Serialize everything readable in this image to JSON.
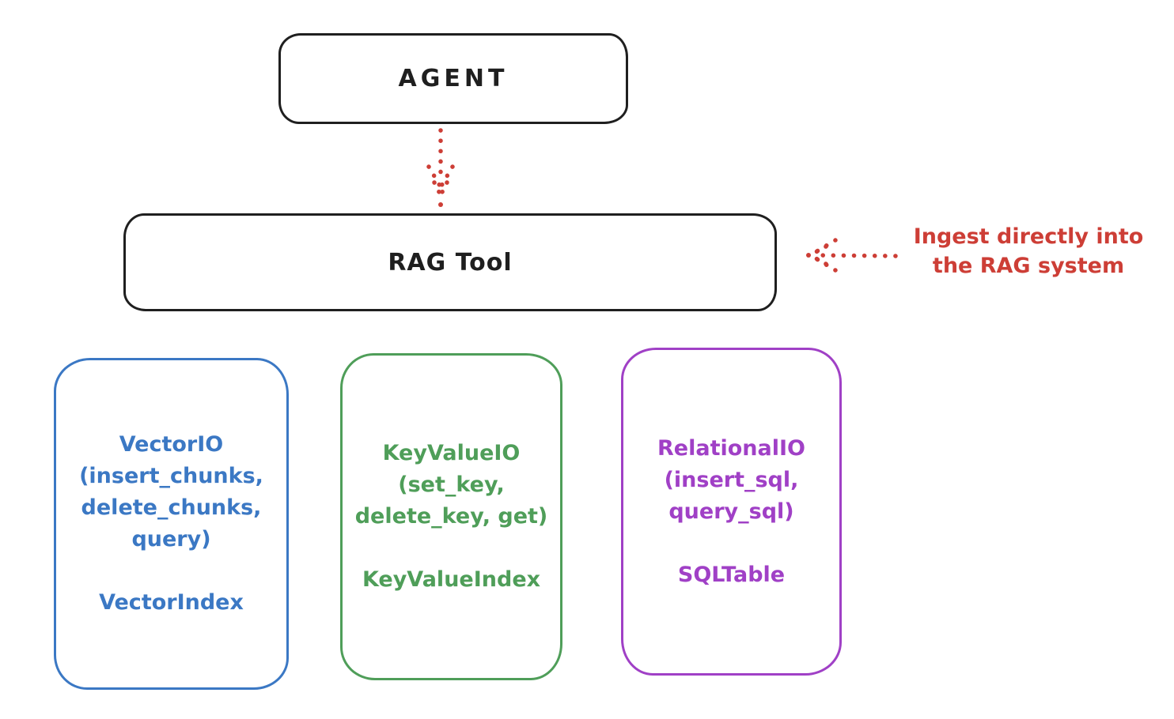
{
  "nodes": {
    "agent": {
      "label": "AGENT"
    },
    "rag_tool": {
      "label": "RAG Tool"
    }
  },
  "annotation": {
    "text": "Ingest directly into\nthe RAG system",
    "color": "#cd3e36"
  },
  "connectors": [
    {
      "name": "agent-to-rag-tool",
      "style": "dotted",
      "direction": "down",
      "color": "#cd3e36"
    },
    {
      "name": "annotation-to-rag-tool",
      "style": "dotted",
      "direction": "left",
      "color": "#cd3e36"
    }
  ],
  "storage_nodes": [
    {
      "name": "vector-io",
      "api_text": "VectorIO\n(insert_chunks,\ndelete_chunks,\nquery)",
      "index_label": "VectorIndex",
      "color": "#3b78c4"
    },
    {
      "name": "key-value-io",
      "api_text": "KeyValueIO\n(set_key,\ndelete_key, get)",
      "index_label": "KeyValueIndex",
      "color": "#4f9e59"
    },
    {
      "name": "relational-io",
      "api_text": "RelationalIO\n(insert_sql,\nquery_sql)",
      "index_label": "SQLTable",
      "color": "#a040c6"
    }
  ],
  "colors": {
    "ink": "#1f1f1f",
    "background": "#ffffff",
    "red": "#cd3e36",
    "blue": "#3b78c4",
    "green": "#4f9e59",
    "purple": "#a040c6"
  }
}
